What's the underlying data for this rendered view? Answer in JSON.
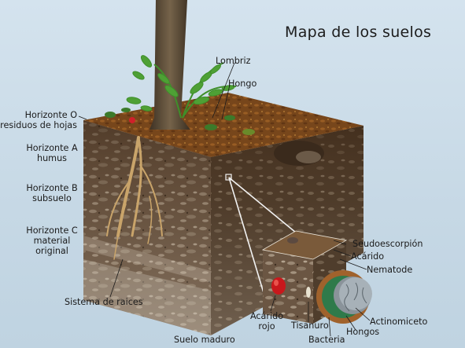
{
  "title": "Mapa de los suelos",
  "horizons": [
    {
      "line1": "Horizonte O",
      "line2": "residuos de hojas"
    },
    {
      "line1": "Horizonte A",
      "line2": "humus"
    },
    {
      "line1": "Horizonte B",
      "line2": "subsuelo"
    },
    {
      "line1": "Horizonte C",
      "line2": "material",
      "line3": "original"
    }
  ],
  "labels": {
    "lombriz": "Lombriz",
    "hongo": "Hongo",
    "sistema": "Sistema de raices",
    "suelo": "Suelo maduro",
    "seudoescorpion": "Seudoescorpión",
    "acarido": "Acárido",
    "nematode": "Nematode",
    "actinomiceto": "Actinomiceto",
    "hongos": "Hongos",
    "bacteria": "Bacteria",
    "tisanuro": "Tisanuro",
    "acarido_rojo_1": "Acárido",
    "acarido_rojo_2": "rojo"
  },
  "colors": {
    "background": "#c6d8e5",
    "topsoil": "#7a4b22",
    "soil_front": "#6a5440",
    "soil_side": "#54412f",
    "trunk": "#5b4a33",
    "fern": "#3f8f2a",
    "label_text": "#1b1b1b"
  }
}
